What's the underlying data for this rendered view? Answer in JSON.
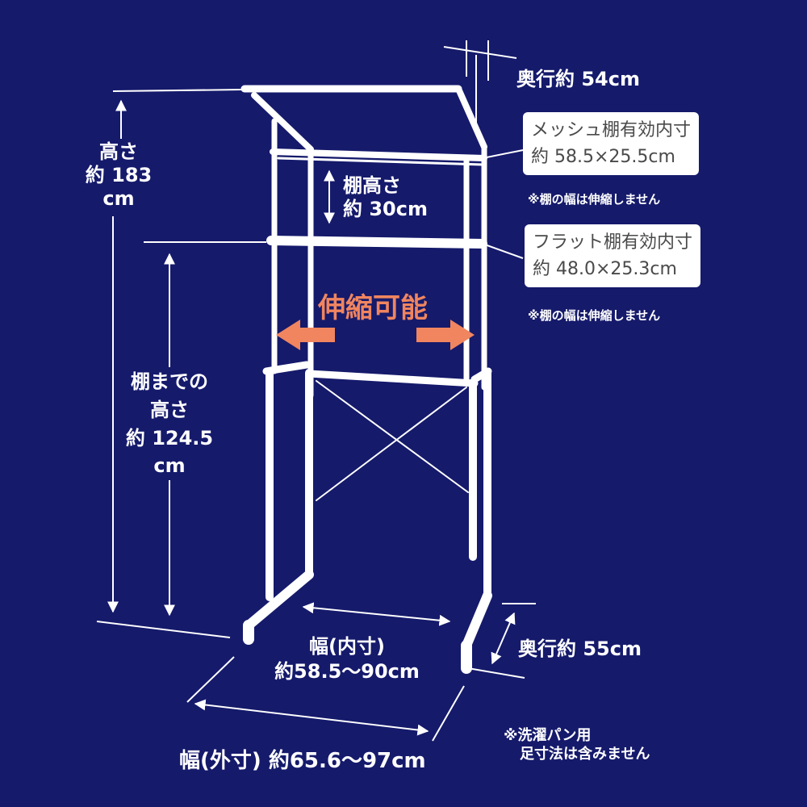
{
  "labels": {
    "depth_top": "奥行約 54cm",
    "height_line1": "高さ",
    "height_line2": "約 183",
    "height_line3": "cm",
    "shelf_height_line1": "棚高さ",
    "shelf_height_line2": "約 30cm",
    "to_shelf_line1": "棚までの",
    "to_shelf_line2": "高さ",
    "to_shelf_line3": "約 124.5",
    "to_shelf_line4": "cm",
    "adjustable": "伸縮可能",
    "inner_width_line1": "幅(内寸)",
    "inner_width_line2": "約58.5〜90cm",
    "depth_bottom": "奥行約 55cm",
    "outer_width": "幅(外寸) 約65.6〜97cm"
  },
  "mesh_box": {
    "line1": "メッシュ棚有効内寸",
    "line2": "約 58.5×25.5cm",
    "note": "※棚の幅は伸縮しません"
  },
  "flat_box": {
    "line1": "フラット棚有効内寸",
    "line2": "約 48.0×25.3cm",
    "note": "※棚の幅は伸縮しません"
  },
  "footnote": {
    "line1": "※洗濯パン用",
    "line2": "足寸法は含みません"
  },
  "colors": {
    "background": "#151a6b",
    "rack": "#ffffff",
    "accent_orange": "#f0855f",
    "box_text": "#4a4a4a"
  }
}
